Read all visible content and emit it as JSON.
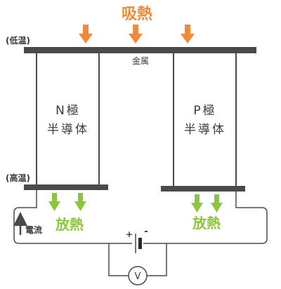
{
  "absorb_label": "吸熱",
  "low_temp_label": "(低温)",
  "high_temp_label": "(高温)",
  "metal_label": "金属",
  "n_type": {
    "line1": "N極",
    "line2": "半導体"
  },
  "p_type": {
    "line1": "P極",
    "line2": "半導体"
  },
  "release_label_left": "放熱",
  "release_label_right": "放熱",
  "current_label": "電流",
  "battery_plus": "+",
  "battery_minus": "-",
  "voltmeter_label": "V",
  "colors": {
    "absorb": "#ee8a3a",
    "release": "#8cc63f",
    "line": "#4a4a4a",
    "text": "#3a3a3a"
  }
}
